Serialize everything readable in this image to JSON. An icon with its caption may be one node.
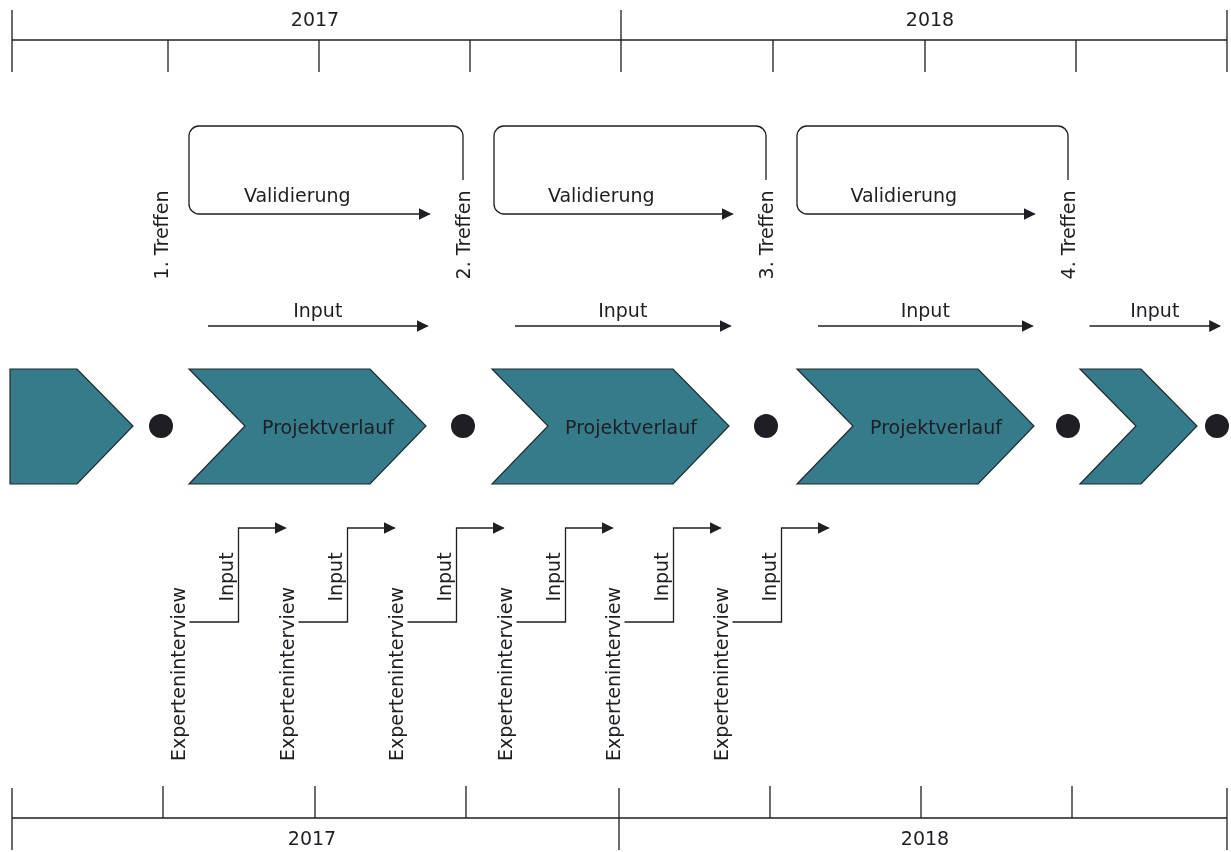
{
  "diagram": {
    "nodes": [
      {
        "text": [
          "1. Treffen"
        ]
      },
      {
        "text": [
          "2. Treffen"
        ]
      },
      {
        "text": [
          "3. Treffen"
        ]
      },
      {
        "text": [
          "4. Treffen"
        ]
      },
      {
        "text": [],
        "shape": "chevron"
      },
      {
        "text": [],
        "shape": "circle"
      },
      {
        "text": [
          "Projektverlauf"
        ]
      },
      {
        "text": [],
        "shape": "circle"
      },
      {
        "text": [
          "Projektverlauf"
        ]
      },
      {
        "text": [],
        "shape": "circle"
      },
      {
        "text": [
          "Projektverlauf"
        ]
      },
      {
        "text": [],
        "shape": "circle"
      },
      {
        "text": [],
        "shape": "chevron"
      },
      {
        "text": [],
        "shape": "circle"
      },
      {
        "text": [
          "Experteninterview"
        ]
      },
      {
        "text": [
          "Experteninterview"
        ]
      },
      {
        "text": [
          "Experteninterview"
        ]
      },
      {
        "text": [
          "Experteninterview"
        ]
      },
      {
        "text": [
          "Experteninterview"
        ]
      },
      {
        "text": [
          "Experteninterview"
        ]
      }
    ],
    "edges": [
      {
        "from": null,
        "to": 1,
        "arrow": "to",
        "label": "Validierung"
      },
      {
        "from": null,
        "to": 2,
        "arrow": "to",
        "label": "Validierung"
      },
      {
        "from": null,
        "to": 3,
        "arrow": "to",
        "label": "Validierung"
      },
      {
        "from": null,
        "to": 1,
        "arrow": "to",
        "label": "Input"
      },
      {
        "from": null,
        "to": 2,
        "arrow": "to",
        "label": "Input"
      },
      {
        "from": null,
        "to": 3,
        "arrow": "to",
        "label": "Input"
      },
      {
        "from": 3,
        "to": null,
        "arrow": "to",
        "label": "Input"
      },
      {
        "from": 14,
        "to": null,
        "arrow": "to",
        "label": "Input"
      },
      {
        "from": 15,
        "to": null,
        "arrow": "to",
        "label": "Input"
      },
      {
        "from": 16,
        "to": null,
        "arrow": "to",
        "label": "Input"
      },
      {
        "from": 17,
        "to": null,
        "arrow": "to",
        "label": "Input"
      },
      {
        "from": 18,
        "to": null,
        "arrow": "to",
        "label": "Input"
      },
      {
        "from": 19,
        "to": null,
        "arrow": "to",
        "label": "Input"
      }
    ],
    "labels": [
      "2017",
      "2018",
      "2017",
      "2018"
    ]
  }
}
